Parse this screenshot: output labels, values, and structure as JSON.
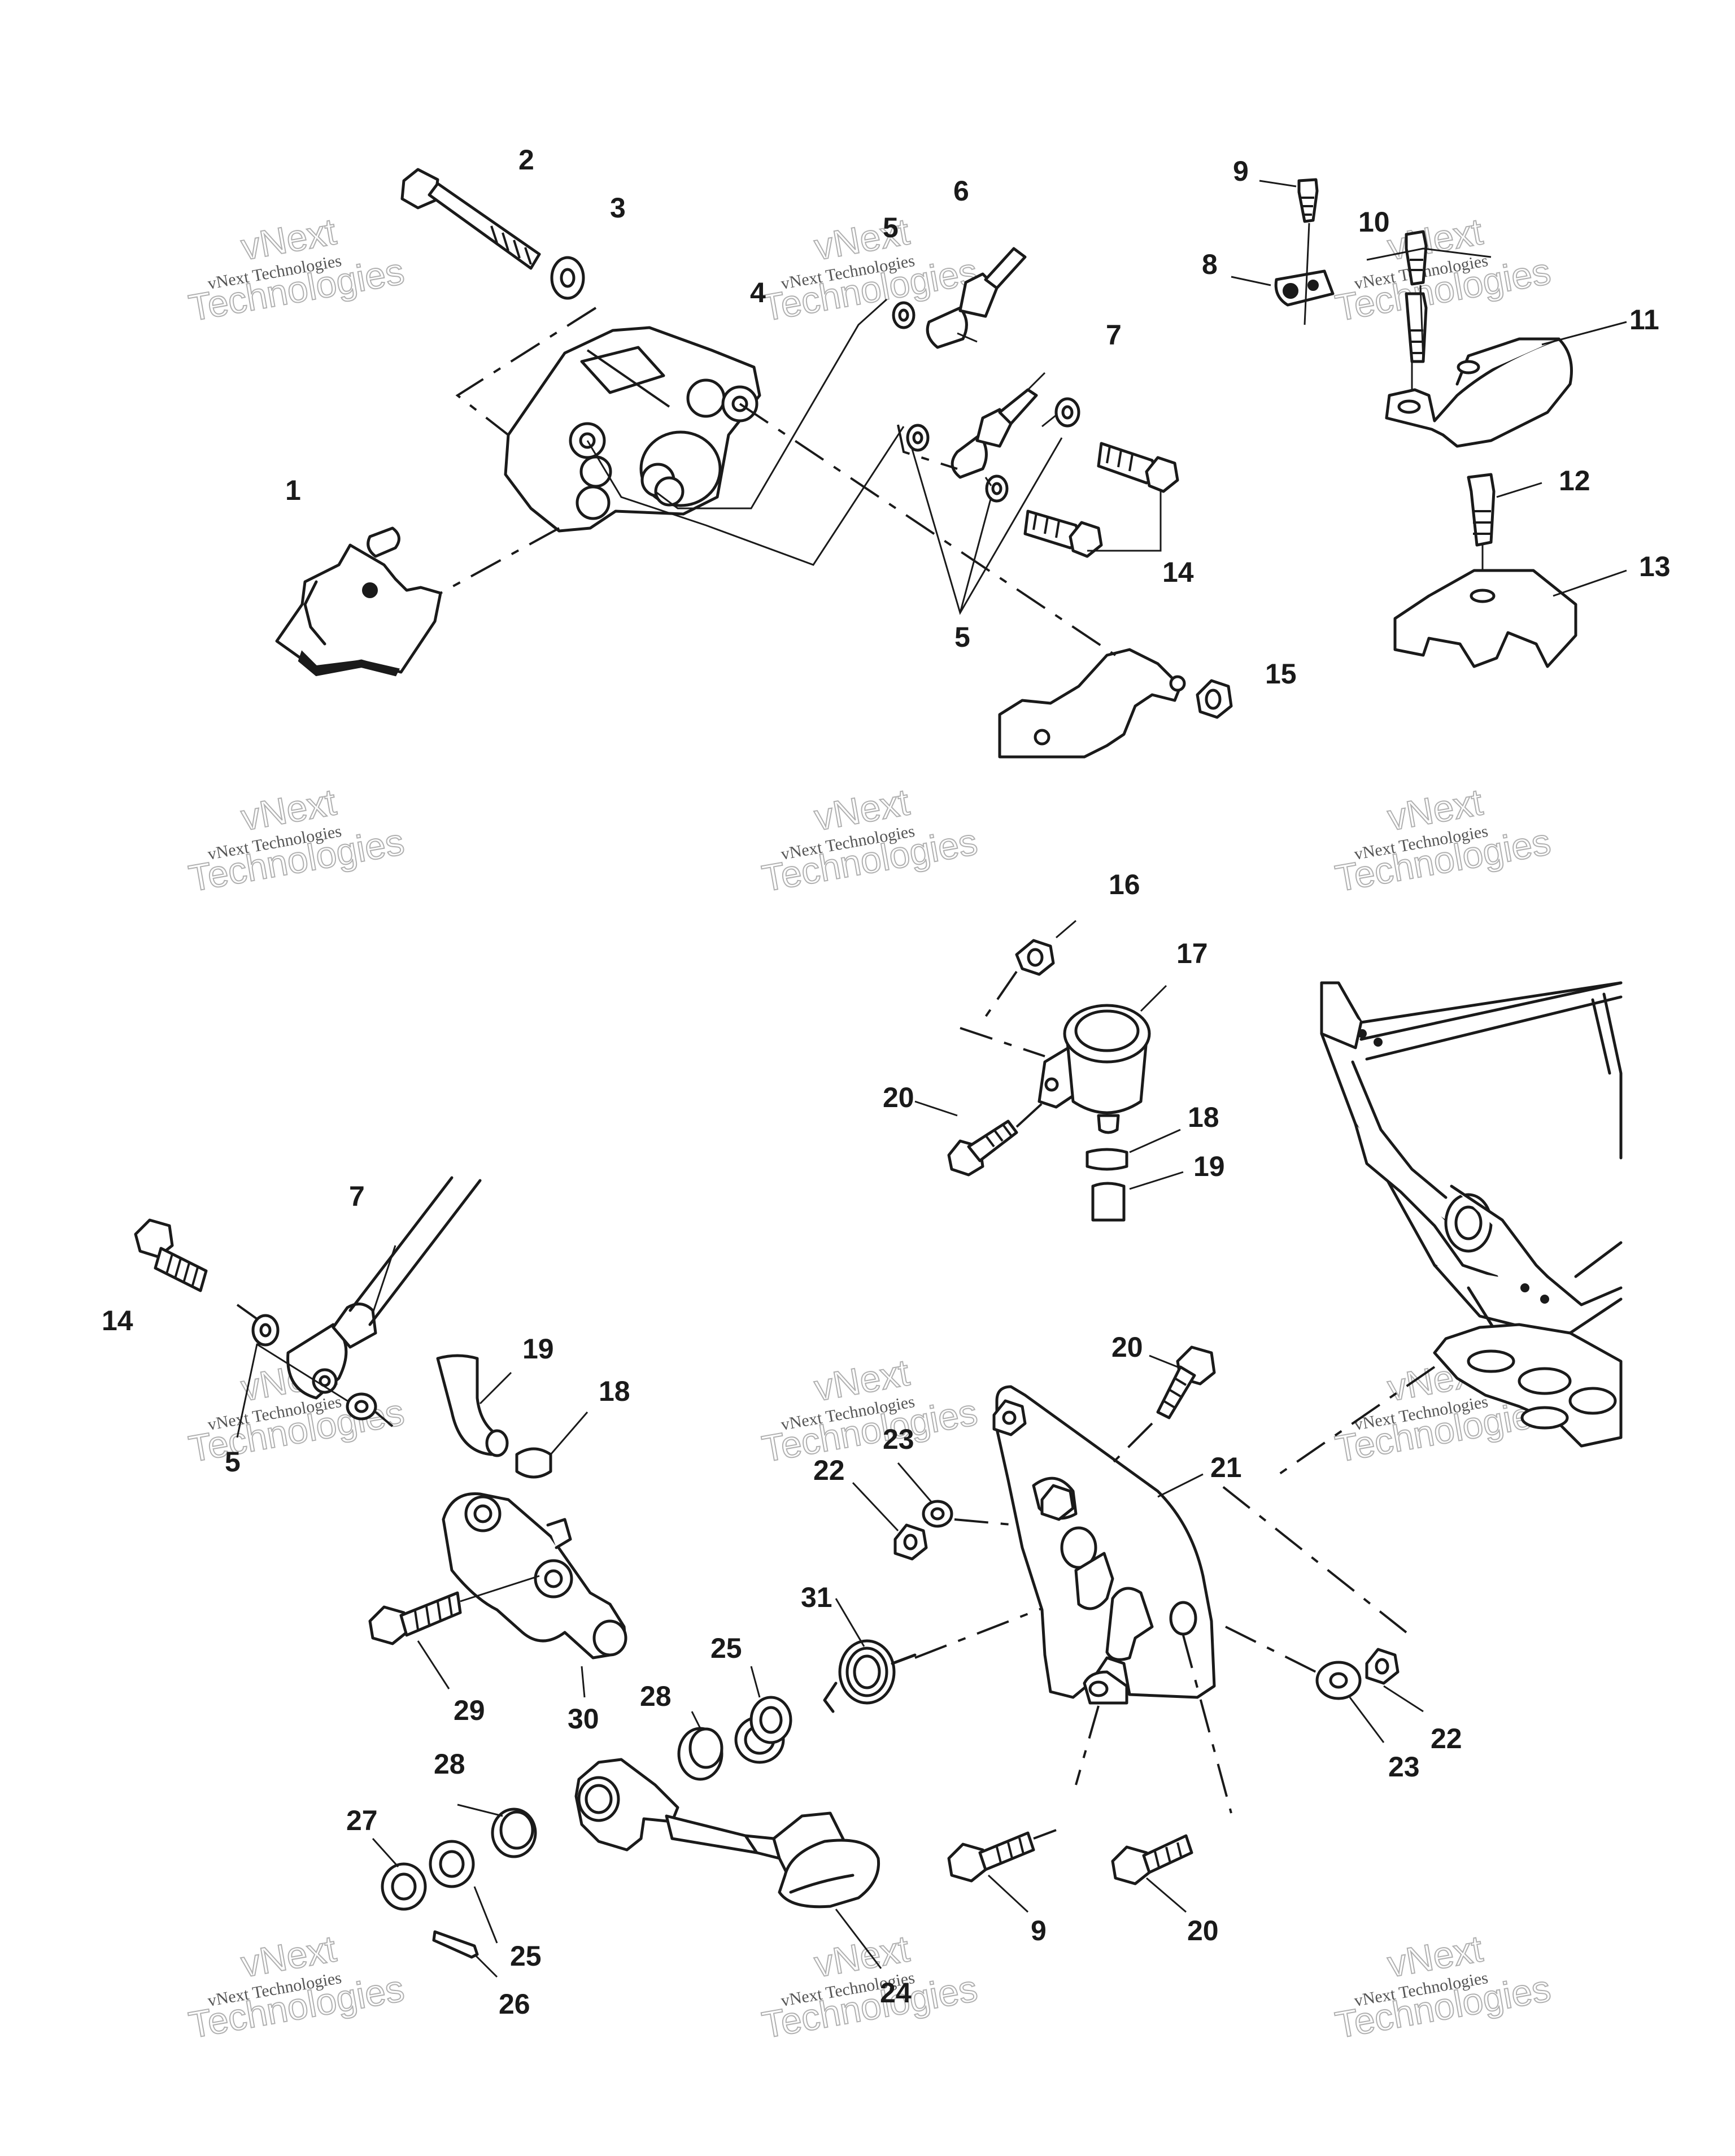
{
  "watermark": {
    "line1": "vNext",
    "line2": "vNext Technologies",
    "line3": "Technologies"
  },
  "callouts": {
    "c1": "1",
    "c2": "2",
    "c3": "3",
    "c4": "4",
    "c5a": "5",
    "c5b": "5",
    "c5c": "5",
    "c6": "6",
    "c7a": "7",
    "c7b": "7",
    "c8": "8",
    "c9a": "9",
    "c9b": "9",
    "c10": "10",
    "c11": "11",
    "c12": "12",
    "c13": "13",
    "c14a": "14",
    "c14b": "14",
    "c15": "15",
    "c16": "16",
    "c17": "17",
    "c18a": "18",
    "c18b": "18",
    "c19a": "19",
    "c19b": "19",
    "c20a": "20",
    "c20b": "20",
    "c20c": "20",
    "c21": "21",
    "c22a": "22",
    "c22b": "22",
    "c23a": "23",
    "c23b": "23",
    "c24": "24",
    "c25a": "25",
    "c25b": "25",
    "c26": "26",
    "c27": "27",
    "c28a": "28",
    "c28b": "28",
    "c29": "29",
    "c30": "30",
    "c31": "31"
  }
}
